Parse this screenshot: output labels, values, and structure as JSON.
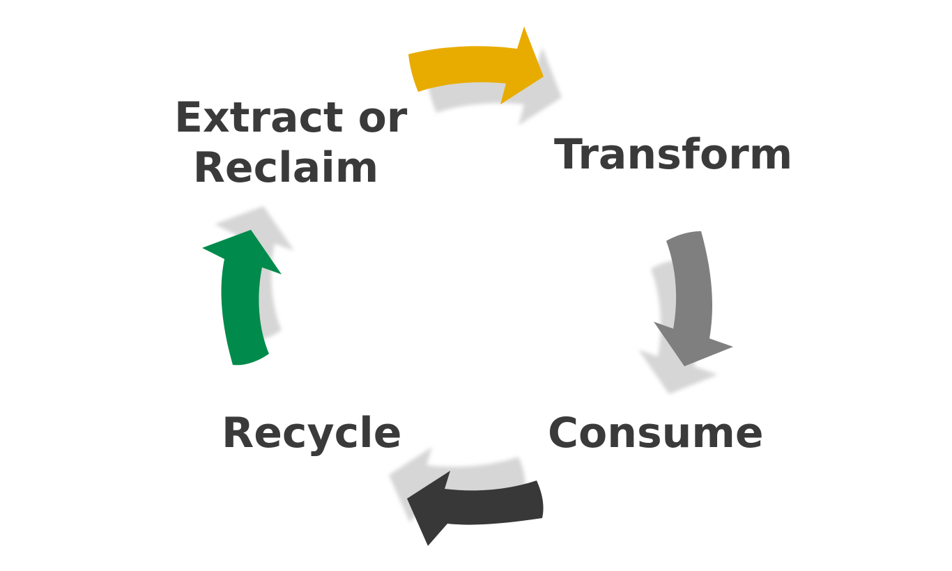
{
  "diagram": {
    "stages": [
      {
        "id": "extract",
        "lines": [
          "Extract or",
          "Reclaim"
        ]
      },
      {
        "id": "transform",
        "lines": [
          "Transform"
        ]
      },
      {
        "id": "consume",
        "lines": [
          "Consume"
        ]
      },
      {
        "id": "recycle",
        "lines": [
          "Recycle"
        ]
      }
    ],
    "arrows": [
      {
        "id": "extract-to-transform",
        "color": "#E8AC00",
        "icon": "curved-arrow-right-icon"
      },
      {
        "id": "transform-to-consume",
        "color": "#7F7F7F",
        "icon": "curved-arrow-down-icon"
      },
      {
        "id": "consume-to-recycle",
        "color": "#383838",
        "icon": "curved-arrow-left-icon"
      },
      {
        "id": "recycle-to-extract",
        "color": "#008A4B",
        "icon": "curved-arrow-up-icon"
      }
    ],
    "text_color": "#3A3A3A",
    "shadow_color": "#D6D6D6"
  }
}
